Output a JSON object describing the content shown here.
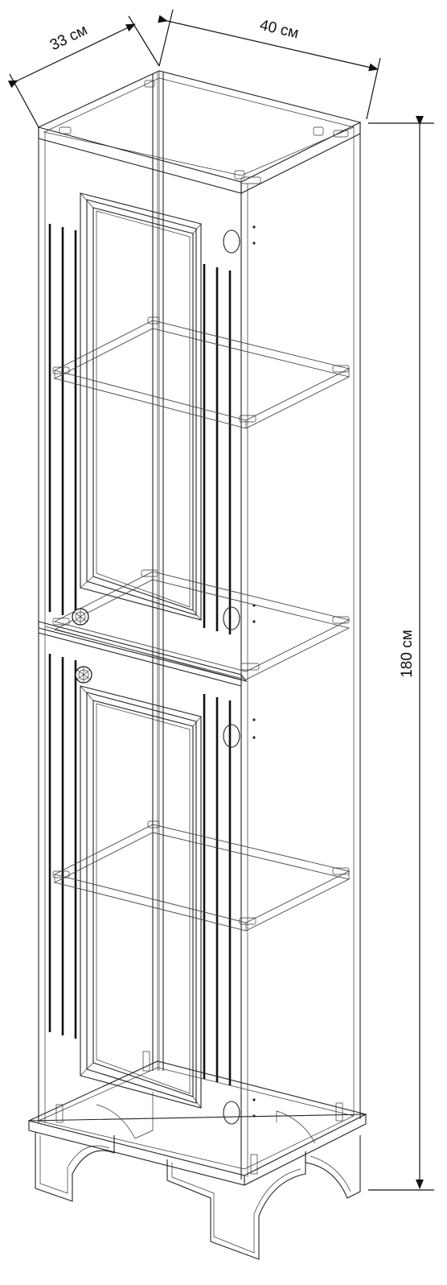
{
  "dimensions": {
    "depth": "33 см",
    "width": "40 см",
    "height": "180 см"
  },
  "colors": {
    "line": "#222222",
    "background": "#ffffff"
  }
}
